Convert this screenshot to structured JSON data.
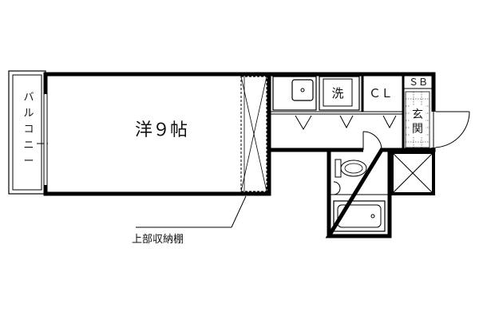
{
  "rooms": {
    "main": "洋９帖",
    "balcony": [
      "バ",
      "ル",
      "コ",
      "ニ",
      "ー"
    ],
    "closet": "ＣＬ",
    "shoe_box": "ＳＢ",
    "entrance": [
      "玄",
      "関"
    ],
    "washer": "洗"
  },
  "annotations": {
    "upper_storage": "上部収納棚"
  }
}
